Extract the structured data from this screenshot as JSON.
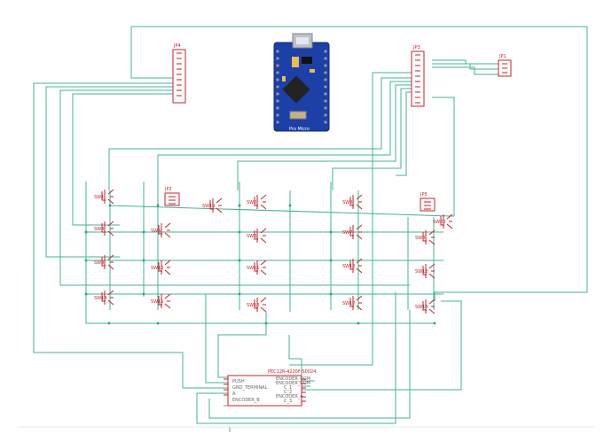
{
  "board": {
    "label": "Pro Micro",
    "colors": {
      "pcb": "#1d3fa8",
      "chip": "#222222",
      "usb": "#bfc3c8",
      "pad": "#e6c04b"
    }
  },
  "headers": {
    "left": "JP4",
    "right": "JP3"
  },
  "connectors": {
    "top_right": "JP1",
    "mid_left": "JP2",
    "mid_right": "JP5"
  },
  "switches": [
    "SW1",
    "SW2",
    "SW3",
    "SW4",
    "SW5",
    "SW6",
    "SW7",
    "SW8",
    "SW9",
    "SW10",
    "SW11",
    "SW12",
    "SW13",
    "SW14",
    "SW15",
    "SW16",
    "SW17",
    "SW18",
    "SW19",
    "SW20"
  ],
  "encoder": {
    "part": "PEC12R-4220F-S0024",
    "left_pins": [
      "PUSH",
      "GND_TERMINAL",
      "A",
      "ENCODER_B"
    ],
    "right_pins": [
      "ENCODER_COM",
      "ENCODER_COM",
      "C_1",
      "C_2",
      "ENCODER_A",
      "C_3"
    ]
  },
  "colors": {
    "wire": "#3fb59a",
    "part": "#c8202a",
    "background": "#ffffff"
  }
}
